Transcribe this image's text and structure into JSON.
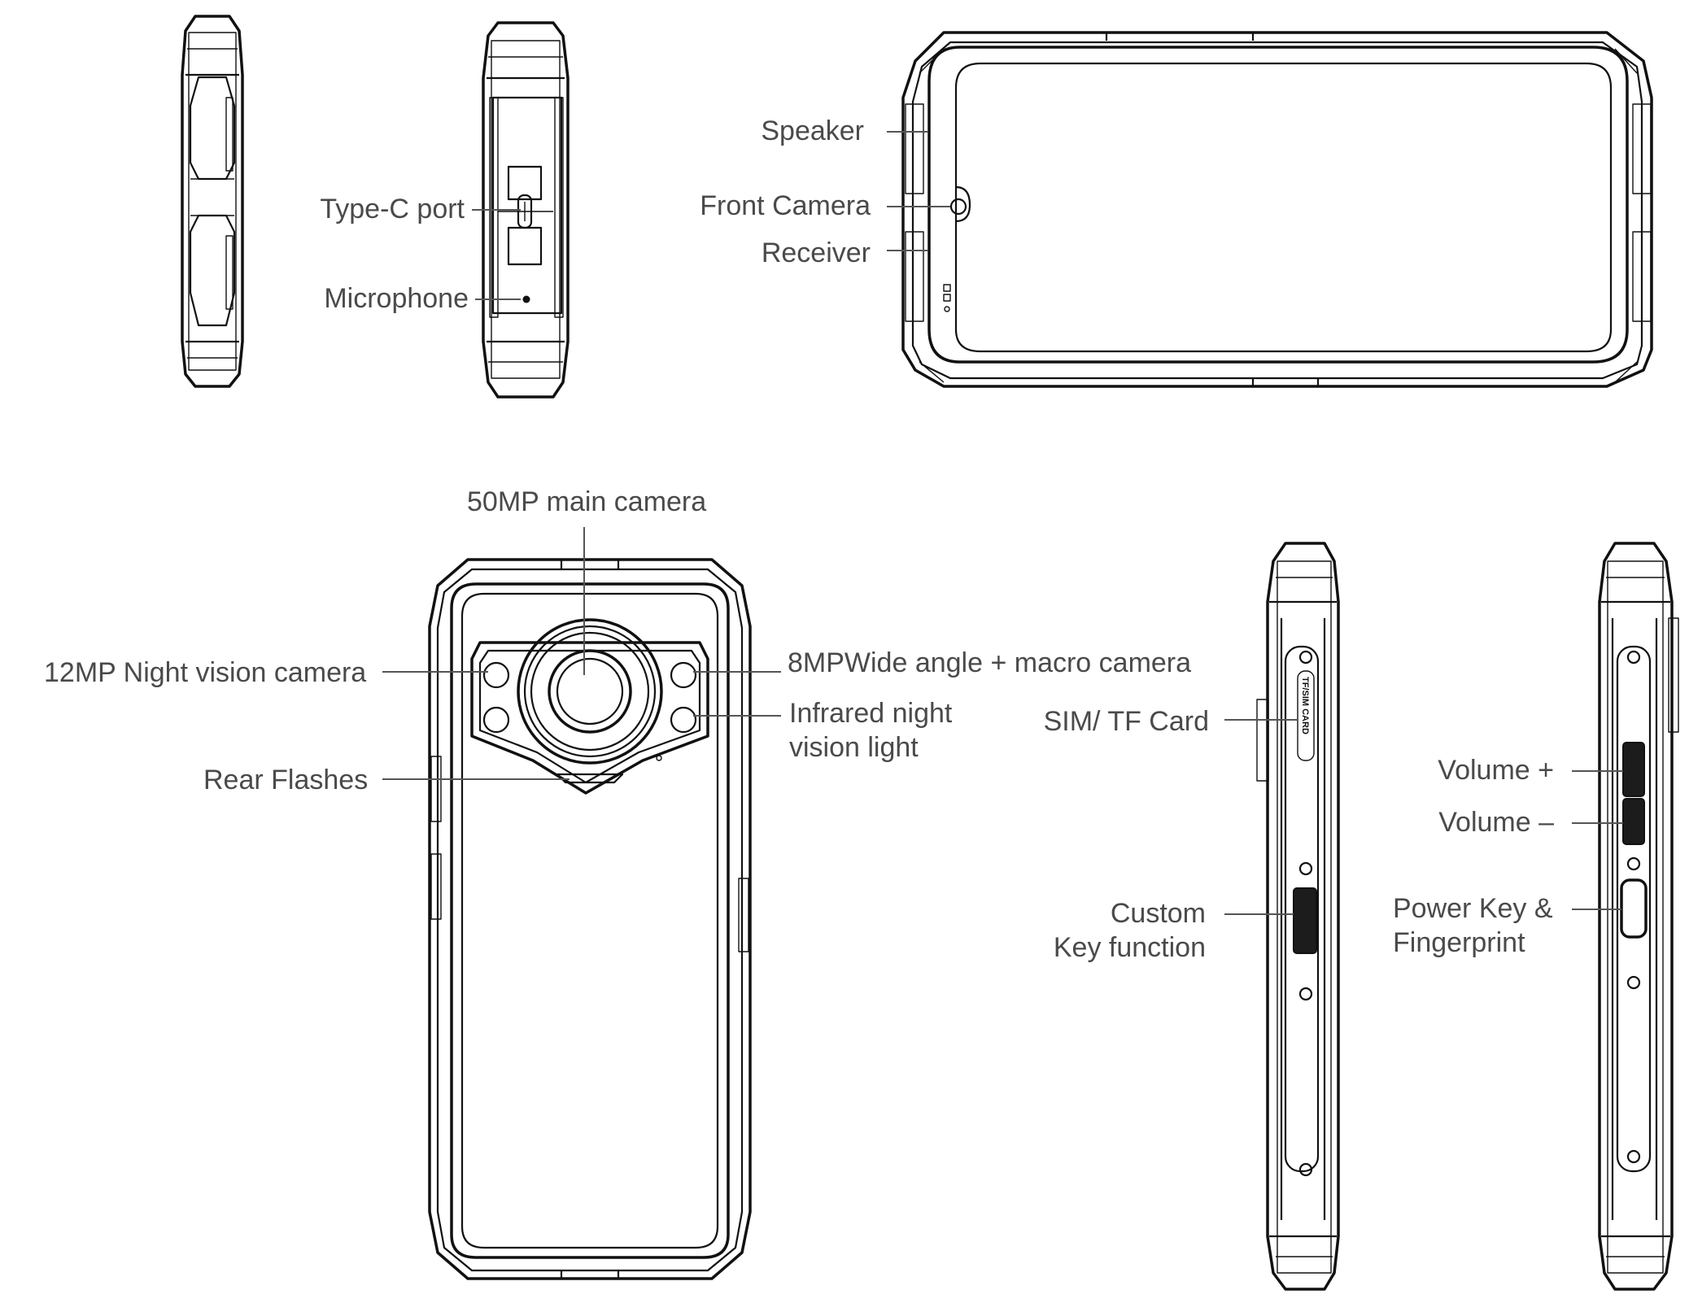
{
  "labels": {
    "type_c_port": "Type-C port",
    "microphone": "Microphone",
    "speaker": "Speaker",
    "front_camera": "Front Camera",
    "receiver": "Receiver",
    "main_camera": "50MP main camera",
    "night_vision_camera": "12MP Night vision camera",
    "rear_flashes": "Rear Flashes",
    "wide_macro_camera": "8MPWide angle + macro camera",
    "infrared_line1": "Infrared night",
    "infrared_line2": "vision light",
    "sim_tf_card": "SIM/ TF Card",
    "custom_key_line1": "Custom",
    "custom_key_line2": "Key function",
    "volume_up": "Volume +",
    "volume_down": "Volume –",
    "power_key_line1": "Power Key &",
    "power_key_line2": "Fingerprint"
  },
  "tray_text": "TF/SIM CARD",
  "colors": {
    "outline": "#111111",
    "leader_line": "#555555",
    "label_text": "#4a4a4a",
    "button_fill": "#1c1c1c",
    "background": "#ffffff"
  },
  "icons": [
    "usb-c-icon",
    "microphone-hole-icon",
    "front-camera-icon",
    "fingerprint-sensor-icon"
  ]
}
